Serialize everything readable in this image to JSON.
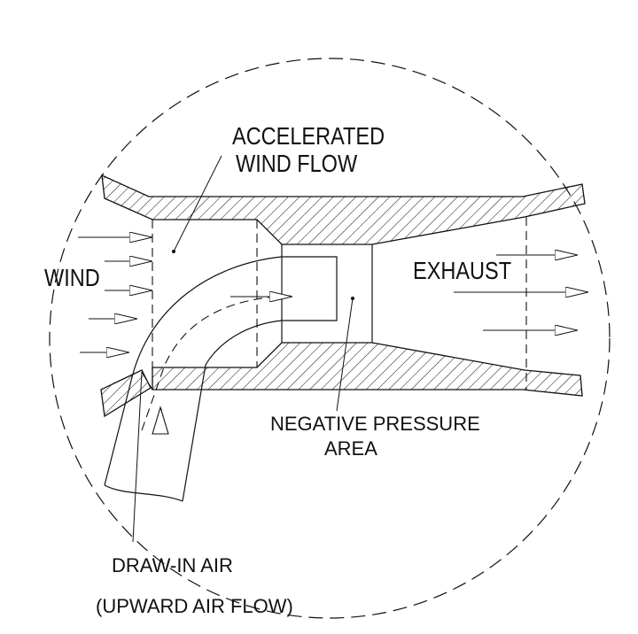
{
  "labels": {
    "accelerated_line1": "ACCELERATED",
    "accelerated_line2": "WIND FLOW",
    "wind": "WIND",
    "exhaust": "EXHAUST",
    "negative_line1": "NEGATIVE PRESSURE",
    "negative_line2": "AREA",
    "draw_in": "DRAW-IN AIR",
    "upward": "(UPWARD AIR FLOW)"
  },
  "colors": {
    "ink": "#111111",
    "background": "#ffffff"
  }
}
